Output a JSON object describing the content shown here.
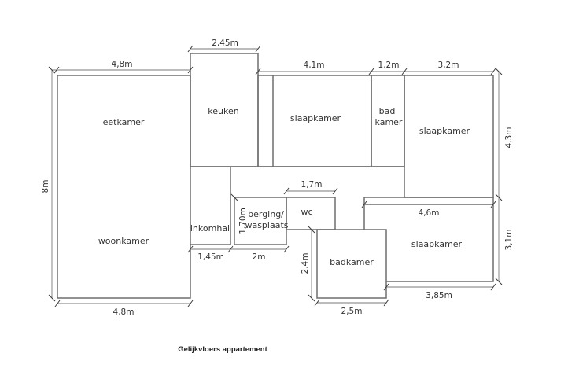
{
  "title": "Gelijkvloers appartement",
  "rooms": {
    "eetkamer": "eetkamer",
    "woonkamer": "woonkamer",
    "keuken": "keuken",
    "slaapkamer_1": "slaapkamer",
    "badkamer_small_line1": "bad",
    "badkamer_small_line2": "kamer",
    "slaapkamer_2": "slaapkamer",
    "inkomhal": "inkomhal",
    "berging_line1": "berging/",
    "berging_line2": "wasplaats",
    "wc": "wc",
    "badkamer": "badkamer",
    "slaapkamer_3": "slaapkamer"
  },
  "dimensions": {
    "eetkamer_top": "4,8m",
    "keuken_top": "2,45m",
    "slaapkamer_1_top": "4,1m",
    "bad_top": "1,2m",
    "slaapkamer_2_top": "3,2m",
    "slaapkamer_2_side": "4,3m",
    "total_height": "8m",
    "woonkamer_bottom": "4,8m",
    "inkomhal_bottom": "1,45m",
    "berging_bottom": "2m",
    "berging_side": "1,70m",
    "wc_top": "1,7m",
    "badkamer_side": "2,4m",
    "badkamer_bottom": "2,5m",
    "slaapkamer_3_top": "4,6m",
    "slaapkamer_3_bottom": "3,85m",
    "slaapkamer_3_side": "3,1m"
  },
  "colors": {
    "wall": "#6e6e6e",
    "text": "#333333",
    "background": "#ffffff"
  }
}
